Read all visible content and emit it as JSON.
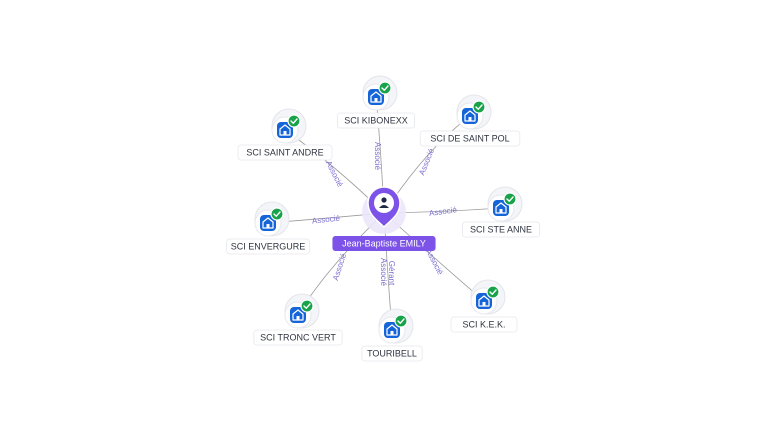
{
  "center": {
    "name": "Jean-Baptiste EMILY",
    "icon": "person-icon",
    "color": "#7c52e8"
  },
  "colors": {
    "company_icon_bg": "#1565d8",
    "check_badge": "#18a34a",
    "edge": "#9a9a9a",
    "edge_label": "#7a6fd0"
  },
  "nodes": [
    {
      "id": "sci-kibonexx",
      "label": "SCI KIBONEXX",
      "relations": [
        "Associé"
      ]
    },
    {
      "id": "sci-de-saint-pol",
      "label": "SCI DE SAINT POL",
      "relations": [
        "Associé"
      ]
    },
    {
      "id": "sci-ste-anne",
      "label": "SCI STE ANNE",
      "relations": [
        "Associé"
      ]
    },
    {
      "id": "sci-kek",
      "label": "SCI K.E.K.",
      "relations": [
        "Associé"
      ]
    },
    {
      "id": "touribell",
      "label": "TOURIBELL",
      "relations": [
        "Gérant",
        "Associé"
      ]
    },
    {
      "id": "sci-tronc-vert",
      "label": "SCI TRONC VERT",
      "relations": [
        "Associé"
      ]
    },
    {
      "id": "sci-envergure",
      "label": "SCI ENVERGURE",
      "relations": [
        "Associé"
      ]
    },
    {
      "id": "sci-saint-andre",
      "label": "SCI SAINT ANDRE",
      "relations": [
        "Associé"
      ]
    }
  ]
}
